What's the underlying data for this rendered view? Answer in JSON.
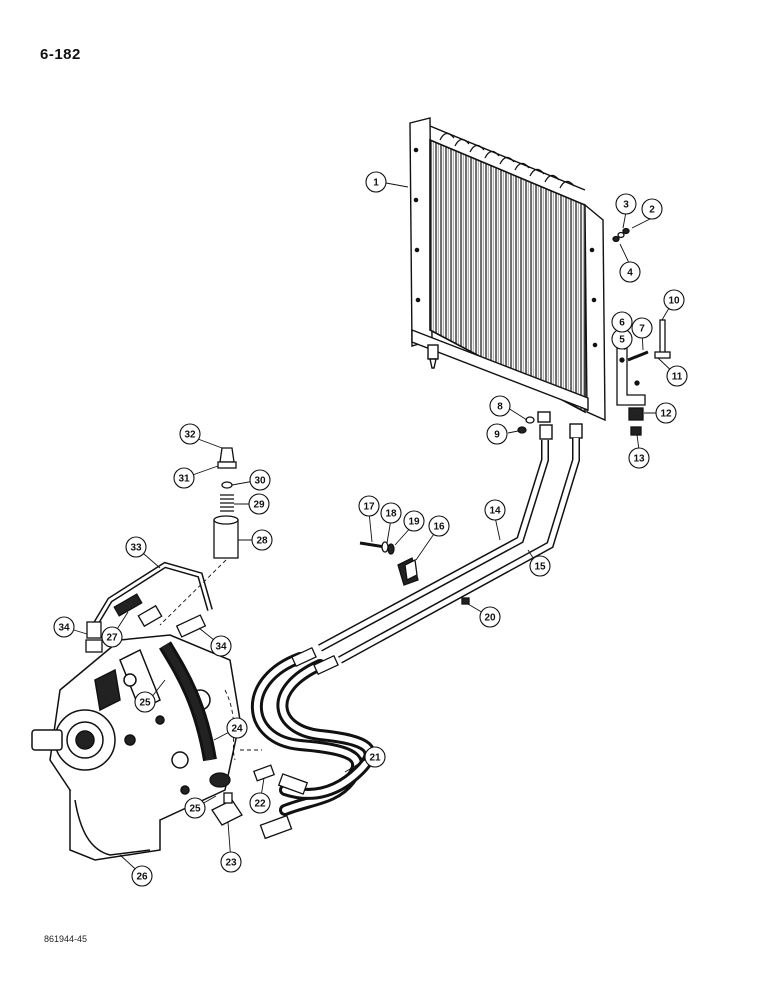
{
  "page": {
    "number": "6-182",
    "drawing_id": "861944-45"
  },
  "callouts": [
    {
      "num": "1"
    },
    {
      "num": "2"
    },
    {
      "num": "3"
    },
    {
      "num": "4"
    },
    {
      "num": "5"
    },
    {
      "num": "6"
    },
    {
      "num": "7"
    },
    {
      "num": "8"
    },
    {
      "num": "9"
    },
    {
      "num": "10"
    },
    {
      "num": "11"
    },
    {
      "num": "12"
    },
    {
      "num": "13"
    },
    {
      "num": "14"
    },
    {
      "num": "15"
    },
    {
      "num": "16"
    },
    {
      "num": "17"
    },
    {
      "num": "18"
    },
    {
      "num": "19"
    },
    {
      "num": "20"
    },
    {
      "num": "21"
    },
    {
      "num": "22"
    },
    {
      "num": "23"
    },
    {
      "num": "24"
    },
    {
      "num": "25"
    },
    {
      "num": "25"
    },
    {
      "num": "26"
    },
    {
      "num": "27"
    },
    {
      "num": "28"
    },
    {
      "num": "29"
    },
    {
      "num": "30"
    },
    {
      "num": "31"
    },
    {
      "num": "32"
    },
    {
      "num": "33"
    },
    {
      "num": "34"
    },
    {
      "num": "34"
    }
  ]
}
